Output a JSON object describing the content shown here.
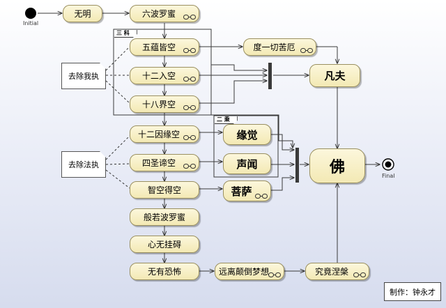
{
  "diagram": {
    "initial_label": "Initial",
    "final_label": "Final",
    "nodes": {
      "wuming": "无明",
      "liubo": "六波罗蜜",
      "wuyun": "五蕴皆空",
      "shierru": "十二入空",
      "shibajie": "十八界空",
      "yinyuan": "十二因缘空",
      "sisheng": "四圣谛空",
      "zhikong": "智空得空",
      "banruo": "般若波罗蜜",
      "xinwu": "心无挂碍",
      "wuyou": "无有恐怖",
      "yuanli": "远离颠倒梦想",
      "jiujing": "究竟涅槃",
      "duyiqie": "度一切苦厄",
      "fanfu": "凡夫",
      "fo": "佛",
      "yuanjue": "缘觉",
      "shengwen": "声闻",
      "pusa": "菩萨"
    },
    "notes": {
      "wozhi": "去除我执",
      "fazhi": "去除法执"
    },
    "frames": {
      "sanke": "三 科",
      "ercheng": "二 乘"
    },
    "credit": "制作：钟永才"
  },
  "colors": {
    "node_fill": "#f3e9b4",
    "node_border": "#9a9060",
    "line": "#3a3a3a",
    "bar": "#3a3a3a"
  }
}
